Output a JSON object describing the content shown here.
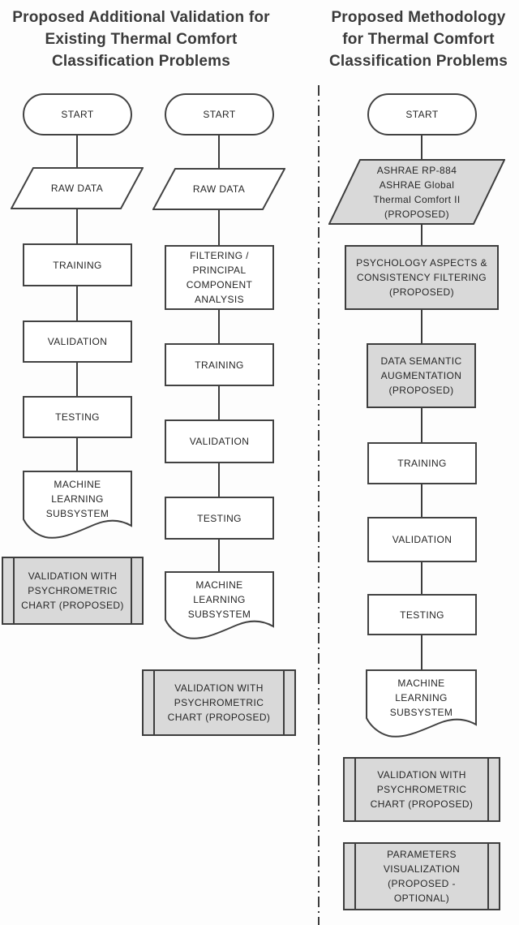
{
  "diagram": {
    "left_title": "Proposed Additional Validation for\nExisting Thermal Comfort\nClassification Problems",
    "right_title": "Proposed Methodology\nfor Thermal Comfort\nClassification Problems"
  },
  "colors": {
    "shape_fill": "#ffffff",
    "highlight_fill": "#d9d9d9",
    "stroke": "#424242",
    "text": "#262626",
    "background": "#fdfdfd"
  },
  "columns": [
    {
      "id": "existing-validation-basic",
      "nodes": {
        "start": "START",
        "raw_data": "RAW DATA",
        "training": "TRAINING",
        "validation": "VALIDATION",
        "testing": "TESTING",
        "ml_subsystem": "MACHINE\nLEARNING\nSUBSYSTEM",
        "psychrometric": "VALIDATION WITH\nPSYCHROMETRIC\nCHART (PROPOSED)"
      }
    },
    {
      "id": "existing-validation-pca",
      "nodes": {
        "start": "START",
        "raw_data": "RAW DATA",
        "filtering": "FILTERING /\nPRINCIPAL\nCOMPONENT\nANALYSIS",
        "training": "TRAINING",
        "validation": "VALIDATION",
        "testing": "TESTING",
        "ml_subsystem": "MACHINE\nLEARNING\nSUBSYSTEM",
        "psychrometric": "VALIDATION WITH\nPSYCHROMETRIC\nCHART (PROPOSED)"
      }
    },
    {
      "id": "proposed-methodology",
      "nodes": {
        "start": "START",
        "dataset": "ASHRAE RP-884\nASHRAE Global\nThermal Comfort II\n(PROPOSED)",
        "psychology": "PSYCHOLOGY ASPECTS &\nCONSISTENCY FILTERING\n(PROPOSED)",
        "augmentation": "DATA SEMANTIC\nAUGMENTATION\n(PROPOSED)",
        "training": "TRAINING",
        "validation": "VALIDATION",
        "testing": "TESTING",
        "ml_subsystem": "MACHINE\nLEARNING\nSUBSYSTEM",
        "psychrometric": "VALIDATION WITH\nPSYCHROMETRIC\nCHART (PROPOSED)",
        "parameters": "PARAMETERS\nVISUALIZATION\n(PROPOSED -\nOPTIONAL)"
      }
    }
  ]
}
